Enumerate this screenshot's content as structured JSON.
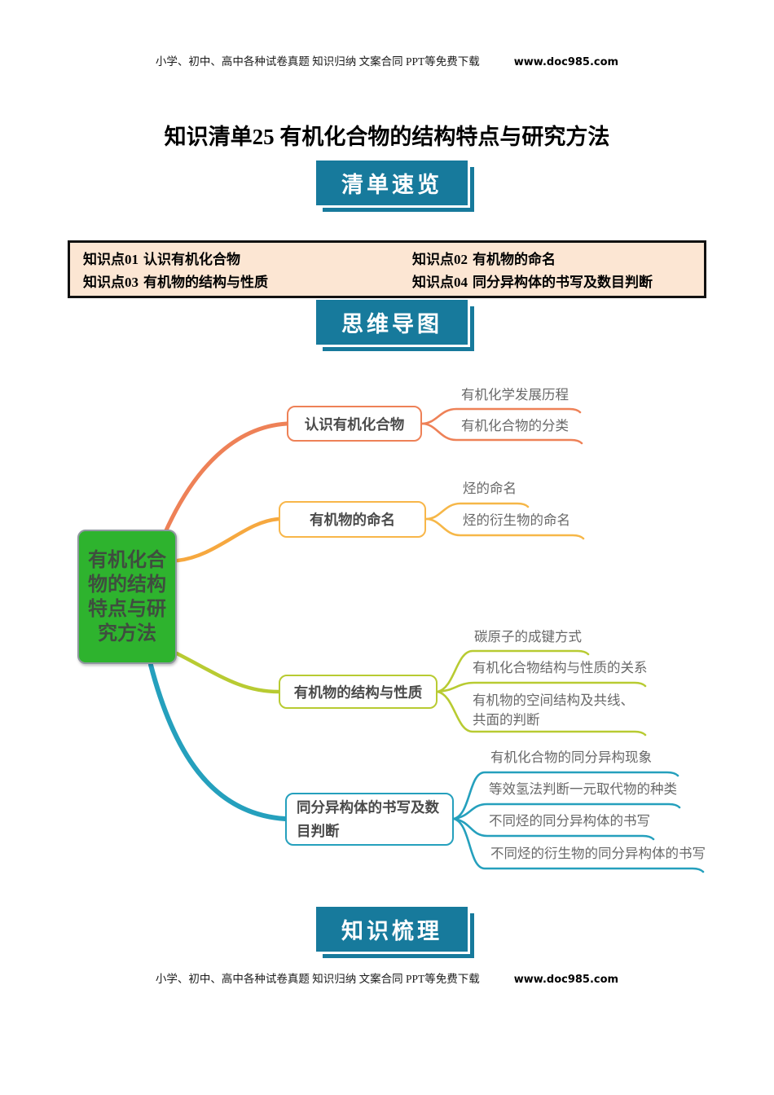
{
  "header": {
    "text": "小学、初中、高中各种试卷真题 知识归纳 文案合同 PPT等免费下载",
    "url": "www.doc985.com"
  },
  "footer": {
    "text": "小学、初中、高中各种试卷真题 知识归纳 文案合同 PPT等免费下载",
    "url": "www.doc985.com"
  },
  "title": "知识清单25 有机化合物的结构特点与研究方法",
  "banners": {
    "overview": "清单速览",
    "mindmap": "思维导图",
    "review": "知识梳理"
  },
  "knowledge_points": {
    "items": [
      {
        "label": "知识点01",
        "title": "认识有机化合物"
      },
      {
        "label": "知识点02",
        "title": "有机物的命名"
      },
      {
        "label": "知识点03",
        "title": "有机物的结构与性质"
      },
      {
        "label": "知识点04",
        "title": "同分异构体的书写及数目判断"
      }
    ]
  },
  "mindmap": {
    "root": {
      "label": "有机化合物的结构特点与研究方法",
      "color": "#2eb32e"
    },
    "branches": [
      {
        "label": "认识有机化合物",
        "color": "#ee8157",
        "leaves": [
          "有机化学发展历程",
          "有机化合物的分类"
        ]
      },
      {
        "label": "有机物的命名",
        "color": "#f6b748",
        "leaves": [
          "烃的命名",
          "烃的衍生物的命名"
        ]
      },
      {
        "label": "有机物的结构与性质",
        "color": "#b8cb32",
        "leaves": [
          "碳原子的成键方式",
          "有机化合物结构与性质的关系",
          "有机物的空间结构及共线、共面的判断"
        ]
      },
      {
        "label": "同分异构体的书写及数目判断",
        "color": "#25a0bd",
        "leaves": [
          "有机化合物的同分异构现象",
          "等效氢法判断一元取代物的种类",
          "不同烃的同分异构体的书写",
          "不同烃的衍生物的同分异构体的书写"
        ]
      }
    ]
  },
  "colors": {
    "banner_teal": "#177a9c",
    "kp_background": "#fce6d3",
    "kp_border": "#111111",
    "leaf_text": "#686868"
  }
}
